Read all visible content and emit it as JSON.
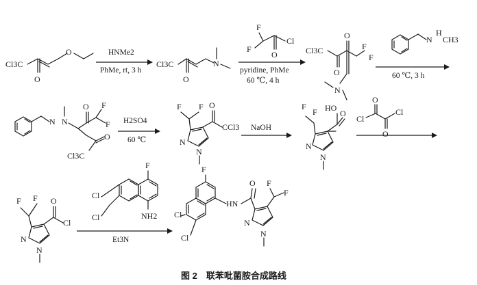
{
  "labels": {
    "ccl3": "Cl3C",
    "o": "O",
    "n": "N",
    "f": "F",
    "cl": "Cl",
    "h": "H",
    "ho": "HO",
    "hn": "HN",
    "nh2": "NH2",
    "ch3": "CH3",
    "cl3c_sub": "CCl3",
    "n_methyl": "N–CH3"
  },
  "conditions": {
    "step1_reagent": "HNMe2",
    "step1_cond": "PhMe, rt, 3 h",
    "step2_reagent1": "pyridine, PhMe",
    "step2_reagent2": "60 ℃, 4 h",
    "step3_cond": "60 ℃, 3 h",
    "step4_reagent": "H2SO4",
    "step4_cond": "60 ℃",
    "step5_reagent": "NaOH",
    "step7_reagent": "Et3N"
  },
  "caption": "图 2　联苯吡菌胺合成路线"
}
